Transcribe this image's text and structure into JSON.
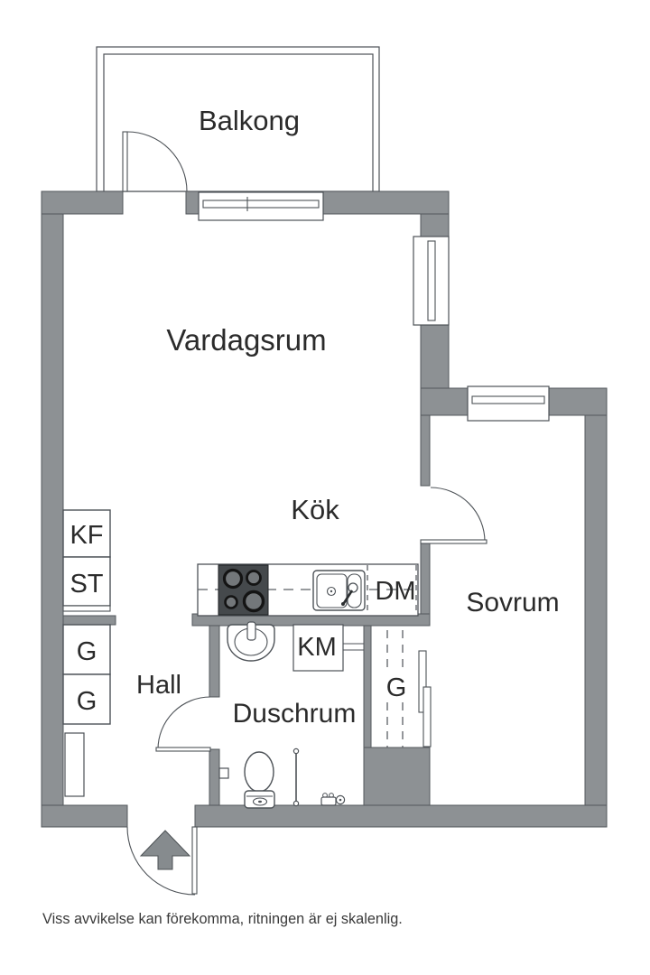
{
  "floorplan": {
    "labels": {
      "balcony": "Balkong",
      "living_room": "Vardagsrum",
      "kitchen": "Kök",
      "bedroom": "Sovrum",
      "hall": "Hall",
      "shower_room": "Duschrum",
      "dishwasher": "DM",
      "washing_machine": "KM",
      "fridge_freezer": "KF",
      "tall_cabinet": "ST",
      "wardrobe_1": "G",
      "wardrobe_2": "G",
      "wardrobe_bedroom": "G"
    },
    "disclaimer": "Viss avvikelse kan förekomma, ritningen är ej skalenlig.",
    "colors": {
      "wall": "#8d9194",
      "outline": "#53585c",
      "fixture_line": "#4d5257",
      "stove": "#45494c",
      "text": "#2b2b2b",
      "disclaimer_text": "#3a3a3a",
      "background": "#ffffff"
    }
  }
}
